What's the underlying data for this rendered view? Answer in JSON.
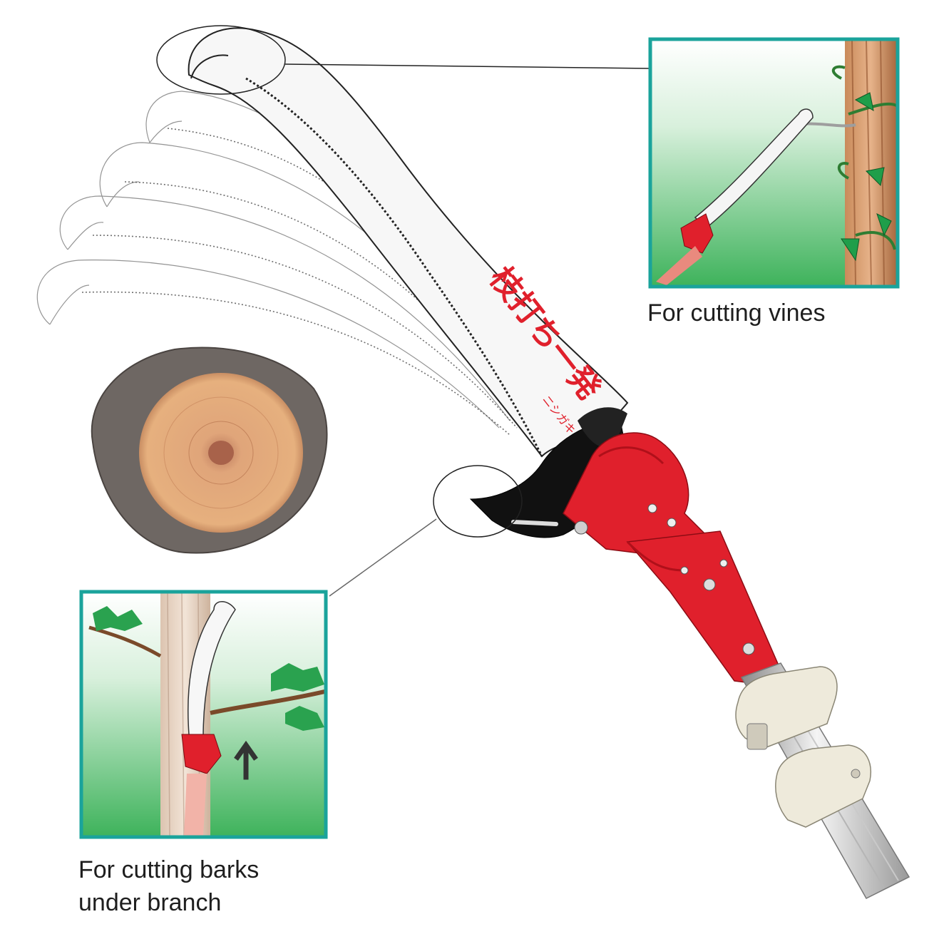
{
  "figure": {
    "blade_brand_label": "枝打ち一発",
    "blade_maker_label": "ニシガキ"
  },
  "insets": {
    "vines": {
      "caption": "For cutting vines"
    },
    "barks": {
      "caption_line1": "For cutting barks",
      "caption_line2": "under branch"
    }
  },
  "colors": {
    "inset_border": "#1aa39b",
    "handle_red": "#e0202c",
    "blade_gray": "#e9e9e9",
    "clamp_ivory": "#eeeadb",
    "background_green": "#43b85f"
  }
}
